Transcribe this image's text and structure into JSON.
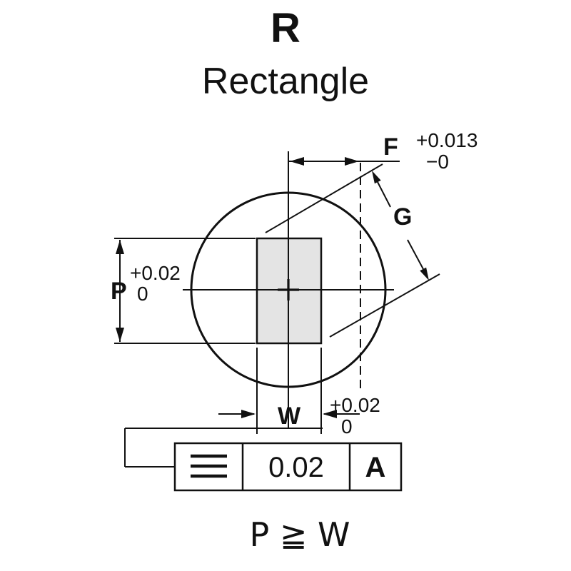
{
  "header": {
    "letter": "R",
    "name": "Rectangle"
  },
  "dims": {
    "f": {
      "label": "F",
      "tol_plus": "+0.013",
      "tol_minus": "−0"
    },
    "g": {
      "label": "G"
    },
    "p": {
      "label": "P",
      "tol_plus": "+0.02",
      "tol_zero": "0"
    },
    "w": {
      "label": "W",
      "tol_plus": "+0.02",
      "tol_zero": "0"
    }
  },
  "fcf": {
    "symbol_icon": "symmetry-icon",
    "tolerance": "0.02",
    "datum": "A"
  },
  "footer": {
    "relation": "P ≧ W"
  },
  "colors": {
    "line": "#111111",
    "punch_fill": "#e4e4e4",
    "background": "#ffffff"
  }
}
